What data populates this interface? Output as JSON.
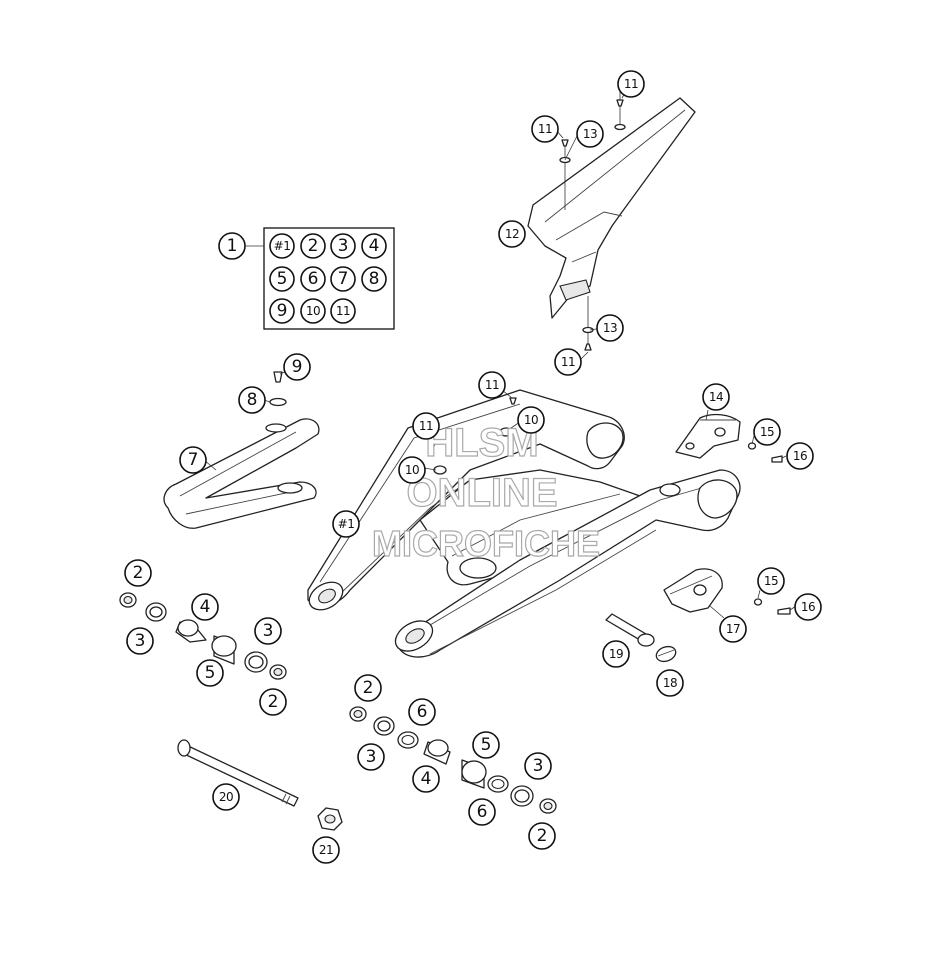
{
  "watermark": {
    "line1": "HLSM",
    "line2": "ONLINE",
    "line3": "MICROFICHE"
  },
  "kit": {
    "label": "1",
    "items": [
      "#1",
      "2",
      "3",
      "4",
      "5",
      "6",
      "7",
      "8",
      "9",
      "10",
      "11"
    ]
  },
  "callouts": {
    "c11a": "11",
    "c11b": "11",
    "c13a": "13",
    "c12": "12",
    "c13b": "13",
    "c11c": "11",
    "c9": "9",
    "c8": "8",
    "c7": "7",
    "c11d": "11",
    "c10a": "10",
    "c11e": "11",
    "c10b": "10",
    "c14": "14",
    "c15a": "15",
    "c16a": "16",
    "c1arm": "#1",
    "c2a": "2",
    "c3a": "3",
    "c4a": "4",
    "c3b": "3",
    "c5a": "5",
    "c2b": "2",
    "c15b": "15",
    "c16b": "16",
    "c17": "17",
    "c19": "19",
    "c18": "18",
    "c2c": "2",
    "c6a": "6",
    "c3c": "3",
    "c5b": "5",
    "c4b": "4",
    "c3d": "3",
    "c6b": "6",
    "c2d": "2",
    "c20": "20",
    "c21": "21"
  }
}
